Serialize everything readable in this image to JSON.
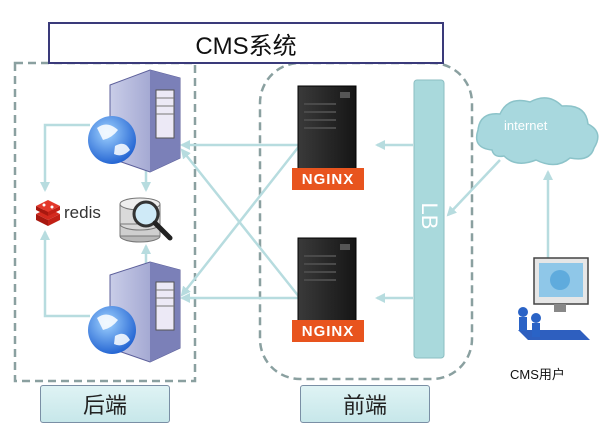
{
  "title": "CMS系统",
  "groups": {
    "backend": "后端",
    "frontend": "前端"
  },
  "lb_label": "LB",
  "redis_label": "redis",
  "internet_label": "internet",
  "user_label": "CMS用户",
  "nginx_labels": [
    "NGINX",
    "NGINX"
  ],
  "colors": {
    "arrow": "#b7dcdf",
    "lb_fill": "#a9d9dc",
    "cloud_fill": "#a8d8de",
    "nginx_orange": "#e8541e",
    "dashed_border": "#8aa0a0"
  },
  "icons": [
    "server-globe-icon",
    "database-magnifier-icon",
    "redis-logo-icon",
    "nginx-server-icon",
    "internet-cloud-icon",
    "user-computer-icon"
  ]
}
